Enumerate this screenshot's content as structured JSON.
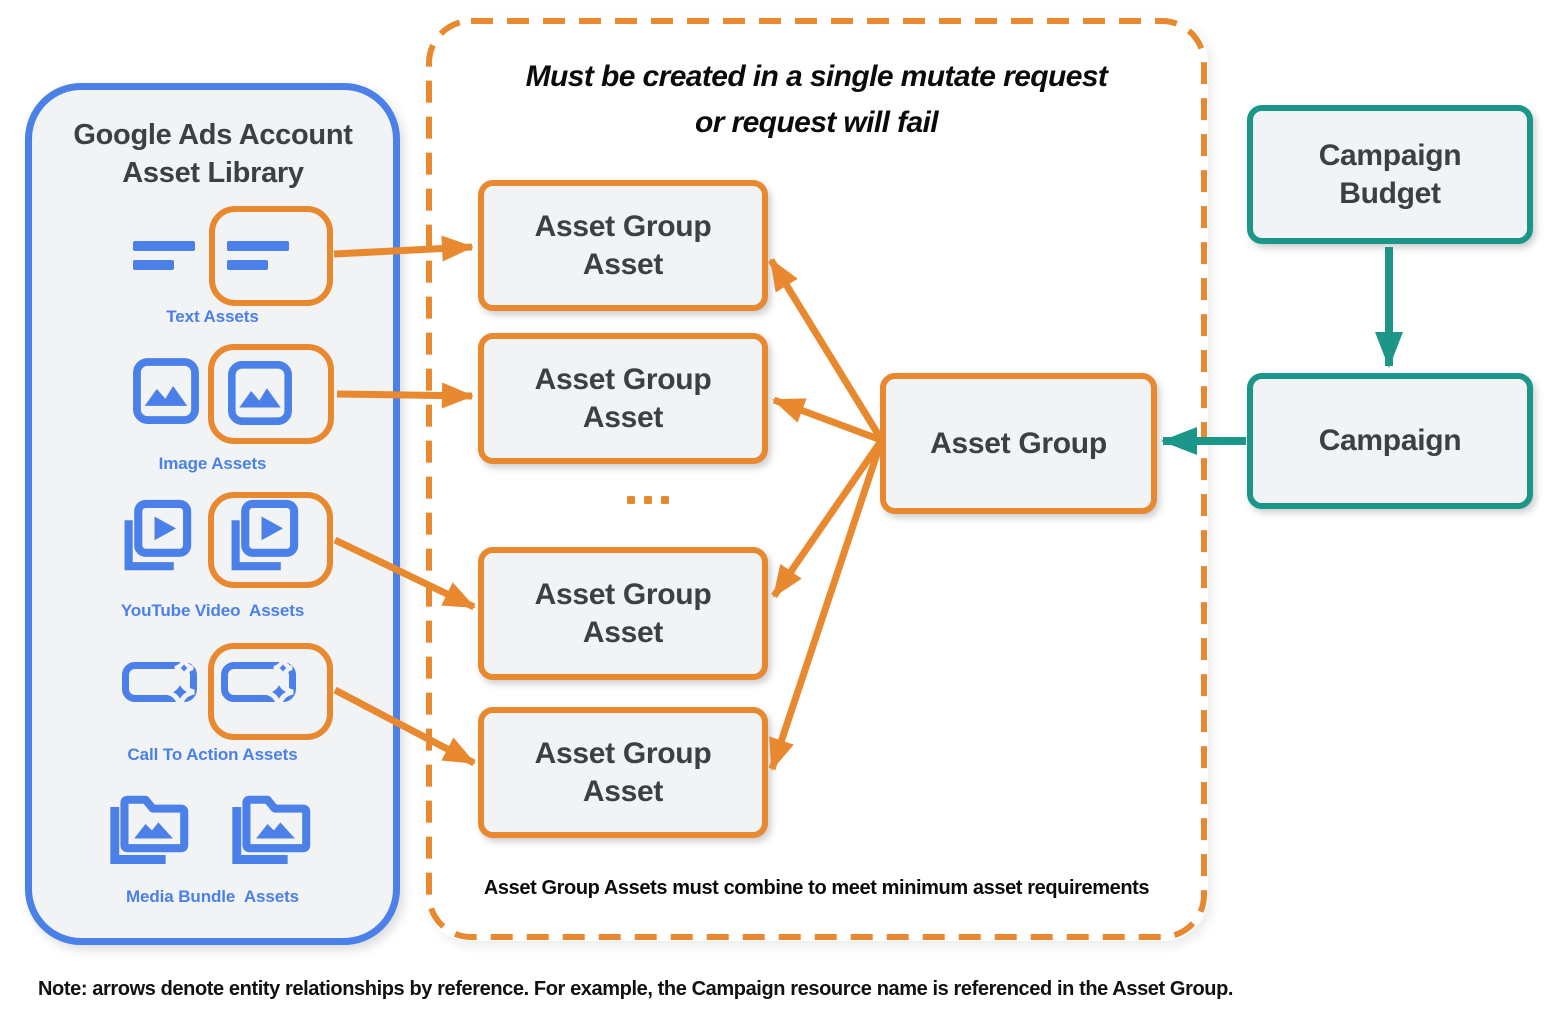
{
  "colors": {
    "orange": "#E8882F",
    "blue": "#4B80E8",
    "teal": "#1B9689",
    "dark_text": "#3C4043",
    "box_fill": "#F1F3F4",
    "black_text": "#0B0B0B"
  },
  "asset_library": {
    "title_line1": "Google Ads Account",
    "title_line2": "Asset Library",
    "rows": [
      {
        "label": "Text Assets",
        "icon": "text-asset-icon",
        "highlighted": true
      },
      {
        "label": "Image Assets",
        "icon": "image-asset-icon",
        "highlighted": true
      },
      {
        "label": "YouTube Video  Assets",
        "icon": "youtube-video-asset-icon",
        "highlighted": true
      },
      {
        "label": "Call To Action Assets",
        "icon": "call-to-action-asset-icon",
        "highlighted": true
      },
      {
        "label": "Media Bundle  Assets",
        "icon": "media-bundle-asset-icon",
        "highlighted": false
      }
    ]
  },
  "mutate_container": {
    "title_line1": "Must be created in a single mutate request",
    "title_line2": "or request will fail",
    "boxes": [
      {
        "line1": "Asset Group",
        "line2": "Asset"
      },
      {
        "line1": "Asset Group",
        "line2": "Asset"
      },
      {
        "line1": "Asset Group",
        "line2": "Asset"
      },
      {
        "line1": "Asset Group",
        "line2": "Asset"
      }
    ],
    "ellipsis": "...",
    "footnote": "Asset Group Assets must combine to meet minimum asset requirements"
  },
  "asset_group": {
    "label": "Asset Group"
  },
  "campaign_budget": {
    "line1": "Campaign",
    "line2": "Budget"
  },
  "campaign": {
    "label": "Campaign"
  },
  "note": "Note: arrows denote entity relationships by reference. For example, the Campaign resource name is referenced in the Asset Group."
}
